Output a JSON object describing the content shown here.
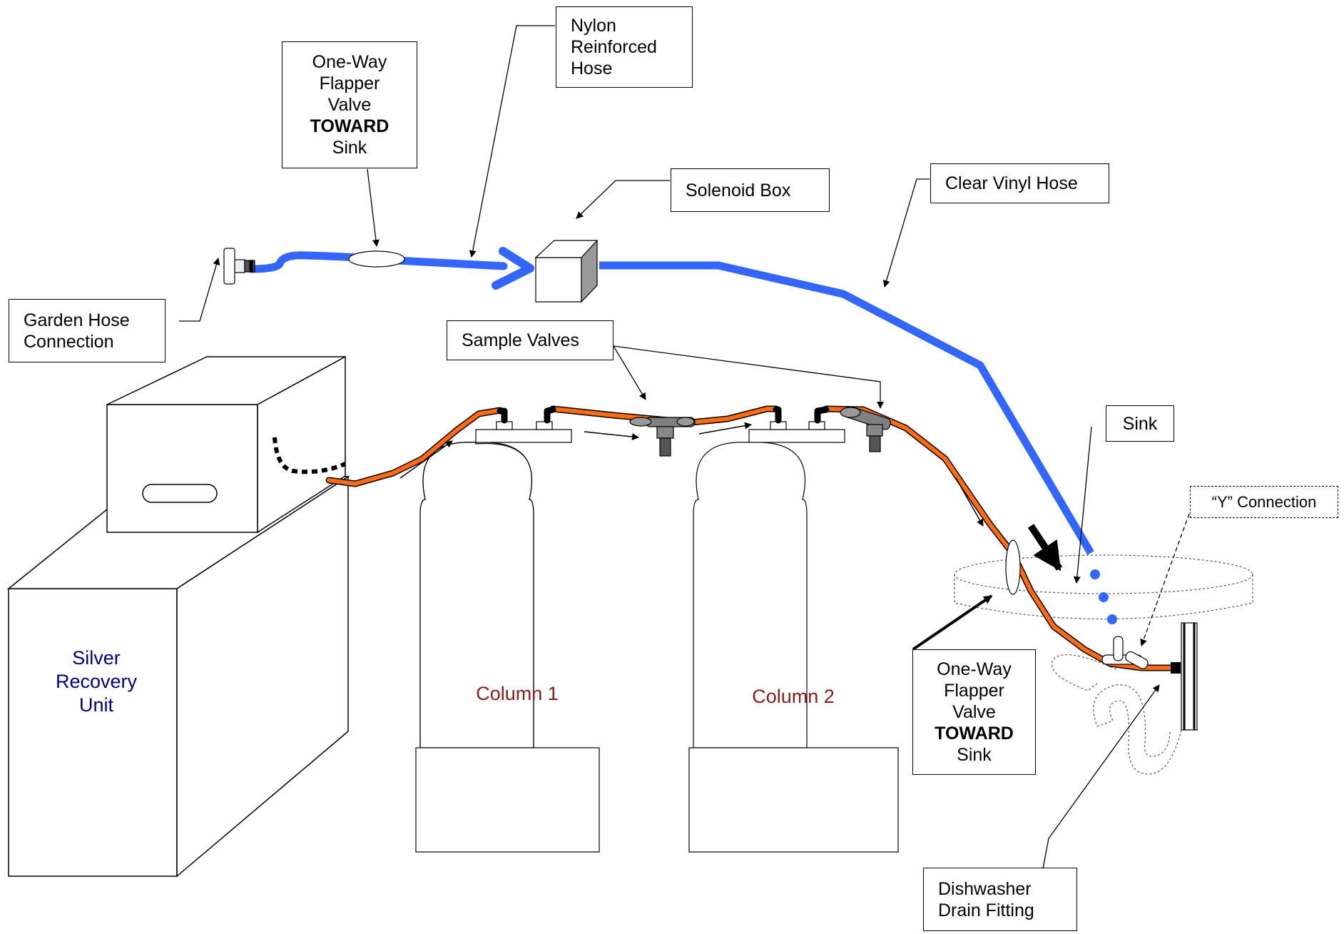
{
  "colors": {
    "nylon_hose": "#3366ff",
    "vinyl_hose": "#3366ff",
    "orange_tubing": "#ff6a14",
    "unit_label": "#000080",
    "column_label": "#8b1a1a",
    "outline": "#000000",
    "valve_gray": "#808080"
  },
  "labels": {
    "garden_hose": [
      "Garden Hose",
      "Connection"
    ],
    "flapper_valve_top": {
      "line1": "One-Way",
      "line2": "Flapper",
      "line3": "Valve",
      "line4": "TOWARD",
      "line5": "Sink"
    },
    "nylon_hose": [
      "Nylon",
      "Reinforced",
      "Hose"
    ],
    "solenoid_box": "Solenoid Box",
    "clear_vinyl_hose": "Clear Vinyl Hose",
    "sample_valves": "Sample Valves",
    "sink": "Sink",
    "y_connection": "“Y” Connection",
    "flapper_valve_bottom": {
      "line1": "One-Way",
      "line2": "Flapper",
      "line3": "Valve",
      "line4": "TOWARD",
      "line5": "Sink"
    },
    "dishwasher_drain": [
      "Dishwasher",
      "Drain Fitting"
    ],
    "silver_recovery_unit": [
      "Silver",
      "Recovery",
      "Unit"
    ],
    "column_1": "Column 1",
    "column_2": "Column 2"
  }
}
